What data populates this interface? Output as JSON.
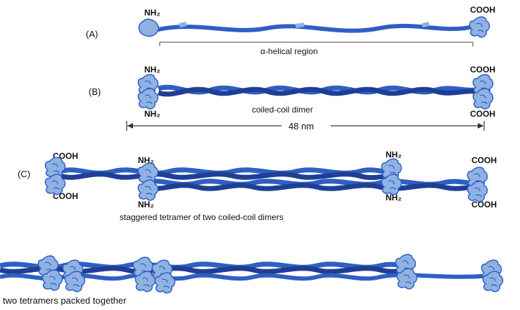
{
  "figure": {
    "panel_a": {
      "letter": "(A)",
      "n_terminus": "NH₂",
      "c_terminus": "COOH",
      "region_label": "α-helical region"
    },
    "panel_b": {
      "letter": "(B)",
      "n_top": "NH₂",
      "n_bottom": "NH₂",
      "c_top": "COOH",
      "c_bottom": "COOH",
      "caption": "coiled-coil dimer",
      "length_label": "48 nm"
    },
    "panel_c": {
      "letter": "(C)",
      "left_top": "COOH",
      "left_bottom": "COOH",
      "mid_top": "NH₂",
      "mid_bottom": "NH₂",
      "right_nh_top": "NH₂",
      "right_nh_bottom": "NH₂",
      "right_top": "COOH",
      "right_bottom": "COOH",
      "caption": "staggered tetramer of two coiled-coil dimers"
    },
    "panel_d": {
      "caption": "two tetramers packed together"
    }
  },
  "colors": {
    "protein_blue": "#2f5fc4",
    "protein_dark": "#1f3f94",
    "head_light": "#8fb2e3",
    "background_text": "#8c8c8c"
  }
}
